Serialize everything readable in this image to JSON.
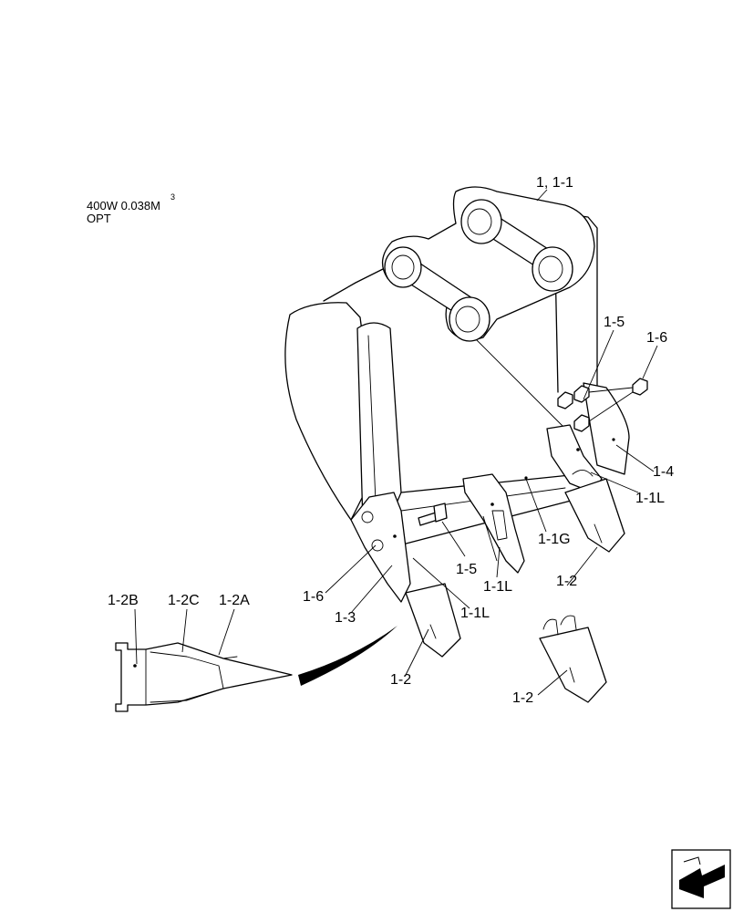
{
  "header": {
    "model_line": "400W  0.038M",
    "model_sup": "3",
    "option": "OPT"
  },
  "callouts": {
    "bucket": "1, 1-1",
    "nut_upper": "1-5",
    "nut_right": "1-6",
    "side_plate": "1-4",
    "adapter_right": "1-1L",
    "adapter_center_label": "1-1L",
    "center_weld": "1-1G",
    "bolt": "1-5",
    "nut_left": "1-6",
    "side_cutter": "1-3",
    "adapter_left": "1-1L",
    "tooth_left": "1-2",
    "tooth_center": "1-2",
    "tooth_right": "1-2",
    "detail_b": "1-2B",
    "detail_c": "1-2C",
    "detail_a": "1-2A"
  },
  "icons": {
    "corner": "next-page-arrow-icon"
  }
}
